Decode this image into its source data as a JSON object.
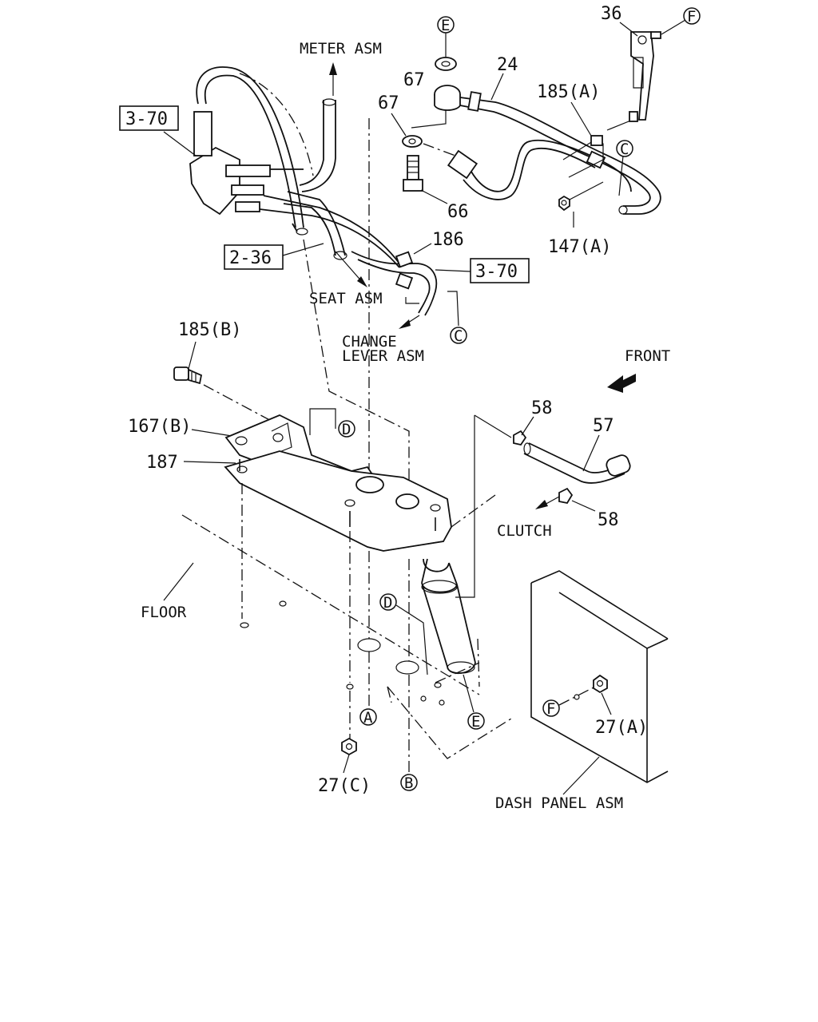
{
  "labels": {
    "meter_asm": "METER ASM",
    "seat_asm": "SEAT ASM",
    "change_lever_asm_1": "CHANGE",
    "change_lever_asm_2": "LEVER ASM",
    "front": "FRONT",
    "floor": "FLOOR",
    "clutch": "CLUTCH",
    "dash_panel_asm": "DASH PANEL ASM"
  },
  "ref_boxes": {
    "ref_3_70_top": "3-70",
    "ref_2_36": "2-36",
    "ref_3_70_mid": "3-70"
  },
  "part_numbers": {
    "p36": "36",
    "p24": "24",
    "p67_top": "67",
    "p67_mid": "67",
    "p185a": "185(A)",
    "p66": "66",
    "p147a": "147(A)",
    "p186": "186",
    "p185b": "185(B)",
    "p167b": "167(B)",
    "p187": "187",
    "p58_top": "58",
    "p57": "57",
    "p58_bot": "58",
    "p27a": "27(A)",
    "p27c": "27(C)"
  },
  "callouts": {
    "E_top": "E",
    "F_top": "F",
    "C_right": "C",
    "C_mid": "C",
    "D_top": "D",
    "D_bot": "D",
    "A": "A",
    "B": "B",
    "E_bot": "E",
    "F_bot": "F"
  }
}
